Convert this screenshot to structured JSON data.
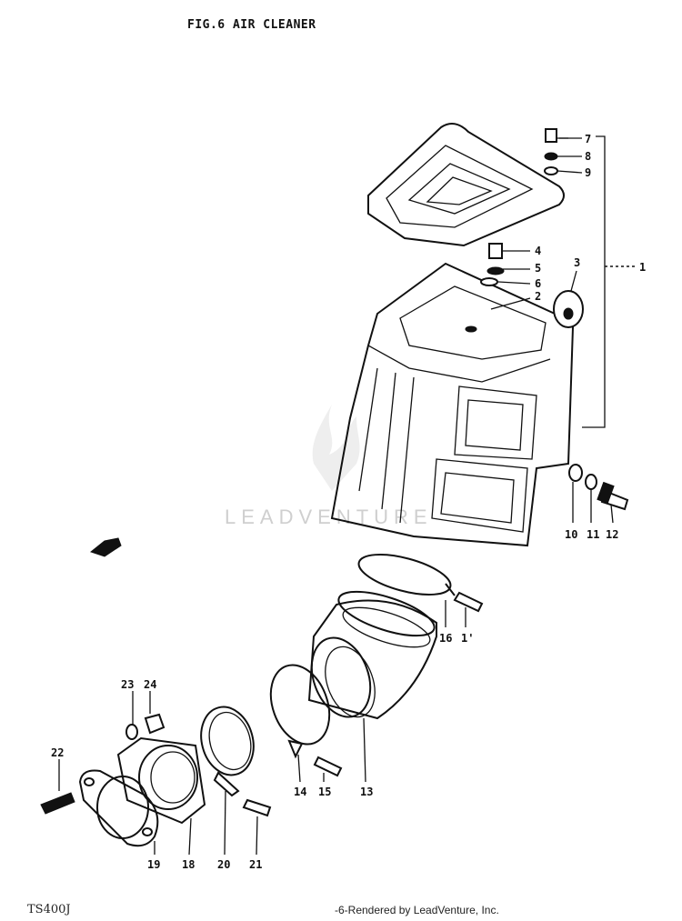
{
  "title": "FIG.6  AIR CLEANER",
  "footer": {
    "model": "TS400J",
    "credit": "-6-Rendered by LeadVenture, Inc."
  },
  "watermark": "LEADVENTURE",
  "callouts": {
    "p1": "1",
    "p2": "2",
    "p3": "3",
    "p4": "4",
    "p5": "5",
    "p6": "6",
    "p7": "7",
    "p8": "8",
    "p9": "9",
    "p10": "10",
    "p11": "11",
    "p12": "12",
    "p13": "13",
    "p14": "14",
    "p15": "15",
    "p16": "16",
    "p17": "1'",
    "p18": "18",
    "p19": "19",
    "p20": "20",
    "p21": "21",
    "p22": "22",
    "p23": "23",
    "p24": "24"
  }
}
